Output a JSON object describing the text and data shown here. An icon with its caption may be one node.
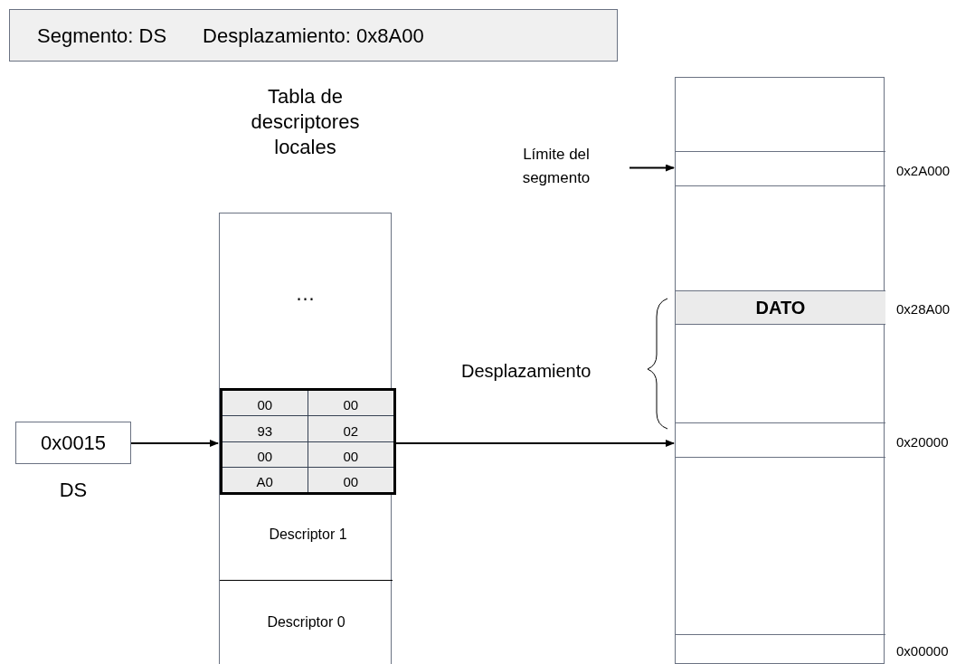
{
  "diagram": {
    "nodes": [
      {
        "text": [
          "Segmento: DS",
          "Desplazamiento: 0x8A00"
        ]
      },
      {
        "text": [
          "…"
        ]
      },
      {
        "text": [
          "Descriptor 1"
        ],
        "in": 1
      },
      {
        "text": [
          "00",
          "00",
          "93",
          "02",
          "00",
          "00",
          "A0",
          "00"
        ],
        "in": 2
      },
      {
        "text": [
          "Descriptor 0"
        ],
        "in": 1
      },
      {
        "text": [
          "0x0015"
        ],
        "beside": [
          "DS"
        ]
      },
      {
        "text": [],
        "shape": "box"
      },
      {
        "text": [],
        "shape": "box",
        "in": 6,
        "beside": [
          "0x2A000"
        ]
      },
      {
        "text": [
          "DATO"
        ],
        "in": 6,
        "beside": [
          "0x28A00"
        ]
      },
      {
        "text": [],
        "shape": "box",
        "in": 6,
        "beside": [
          "0x20000"
        ]
      },
      {
        "text": [],
        "shape": "box",
        "in": 6,
        "beside": [
          "0x00000"
        ]
      },
      {
        "text": [
          "Límite del segmento"
        ]
      }
    ],
    "edges": [
      {
        "from": 5,
        "to": 3,
        "arrow": "to"
      },
      {
        "from": 3,
        "to": 9,
        "arrow": "to"
      },
      {
        "from": 11,
        "to": 7,
        "arrow": "to"
      }
    ],
    "labels": [
      "Tabla de descriptores locales",
      "Desplazamiento"
    ]
  }
}
